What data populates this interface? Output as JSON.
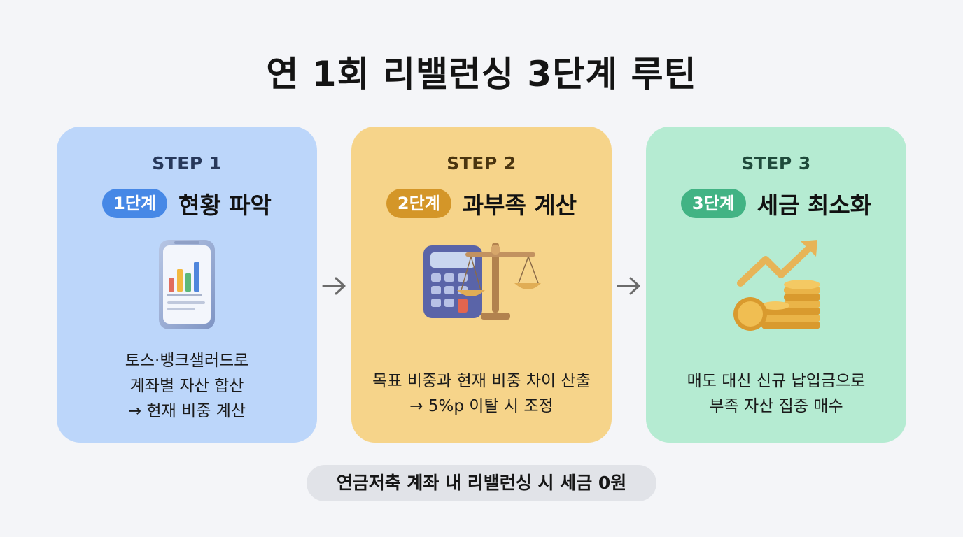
{
  "title": "연 1회 리밸런싱 3단계 루틴",
  "steps": [
    {
      "step_label": "STEP 1",
      "badge": "1단계",
      "heading": "현황 파악",
      "icon": "phone-chart-icon",
      "desc_lines": [
        "토스·뱅크샐러드로",
        "계좌별 자산 합산",
        "→ 현재 비중 계산"
      ],
      "accent": "#4688e6",
      "bg": "#bcd6fa"
    },
    {
      "step_label": "STEP 2",
      "badge": "2단계",
      "heading": "과부족 계산",
      "icon": "calculator-scale-icon",
      "desc_lines": [
        "목표 비중과 현재 비중 차이 산출",
        "→ 5%p 이탈 시 조정"
      ],
      "accent": "#d49628",
      "bg": "#f6d48a"
    },
    {
      "step_label": "STEP 3",
      "badge": "3단계",
      "heading": "세금 최소화",
      "icon": "coins-growth-icon",
      "desc_lines": [
        "매도 대신 신규 납입금으로",
        "부족 자산 집중 매수"
      ],
      "accent": "#42b384",
      "bg": "#b5ebd2"
    }
  ],
  "footer_badge": "연금저축 계좌 내 리밸런싱 시 세금 0원"
}
